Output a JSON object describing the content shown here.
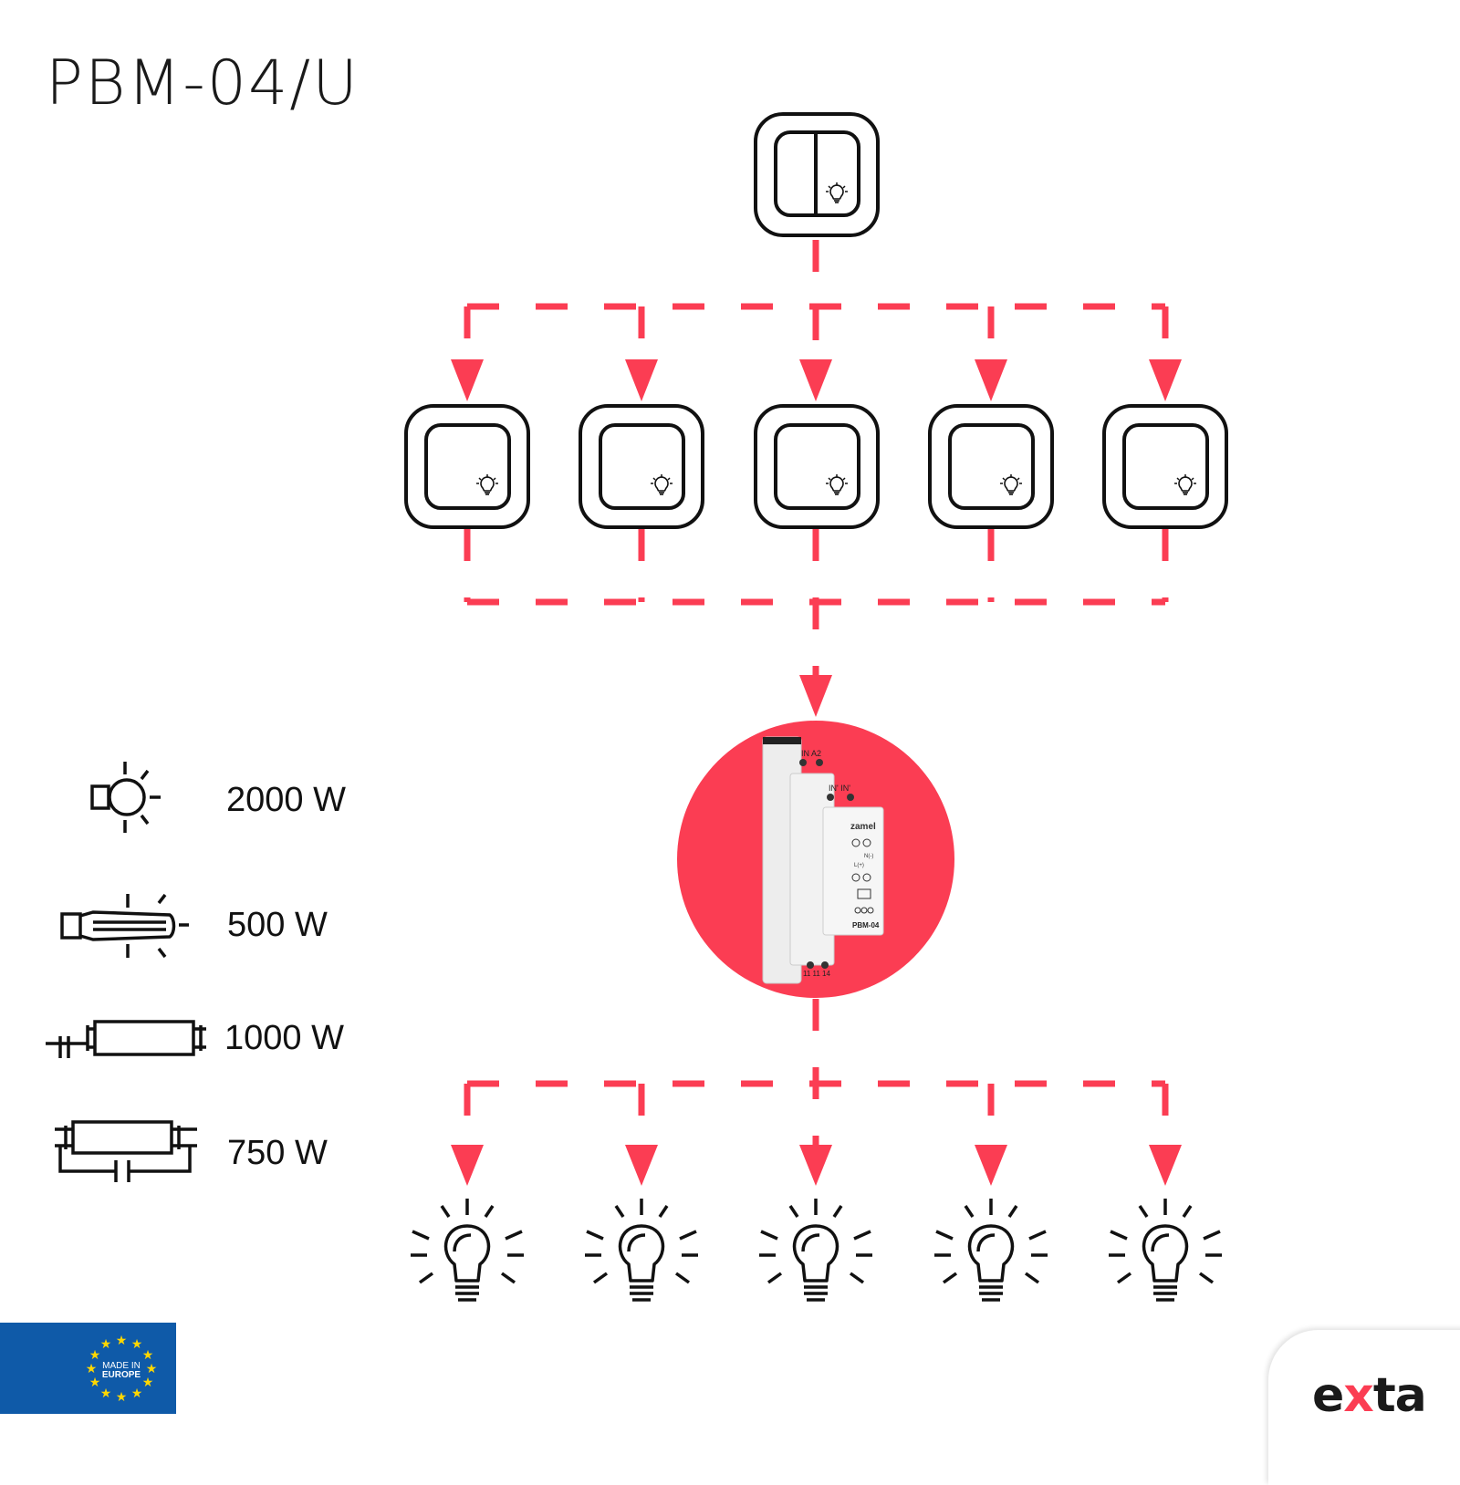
{
  "title": "PBM-04/U",
  "colors": {
    "accent": "#fb3d53",
    "line": "#111111",
    "eu_blue": "#0f5aa8",
    "eu_star": "#ffd700"
  },
  "main_switch": {
    "icon": "double-rocker-switch-icon",
    "indicator": "light-bulb-icon"
  },
  "push_buttons": [
    {
      "icon": "push-button-icon"
    },
    {
      "icon": "push-button-icon"
    },
    {
      "icon": "push-button-icon"
    },
    {
      "icon": "push-button-icon"
    },
    {
      "icon": "push-button-icon"
    }
  ],
  "relay": {
    "brand": "zamel",
    "model": "PBM-04",
    "terminals_top": "IN  A2",
    "terminals_mid": "IN'  IN'",
    "terminals_bottom": "11  11  14",
    "small_labels": [
      "N(-)",
      "L(+)"
    ]
  },
  "loads": [
    {
      "icon": "light-bulb-icon"
    },
    {
      "icon": "light-bulb-icon"
    },
    {
      "icon": "light-bulb-icon"
    },
    {
      "icon": "light-bulb-icon"
    },
    {
      "icon": "light-bulb-icon"
    }
  ],
  "load_ratings": [
    {
      "icon": "incandescent-lamp-icon",
      "label": "2000 W"
    },
    {
      "icon": "halogen-lamp-icon",
      "label": "500 W"
    },
    {
      "icon": "fluorescent-tube-uncompensated-icon",
      "label": "1000 W"
    },
    {
      "icon": "fluorescent-tube-compensated-icon",
      "label": "750 W"
    }
  ],
  "badge": {
    "line1": "MADE IN",
    "line2": "EUROPE"
  },
  "brand": {
    "prefix": "e",
    "accent": "x",
    "suffix": "ta"
  }
}
